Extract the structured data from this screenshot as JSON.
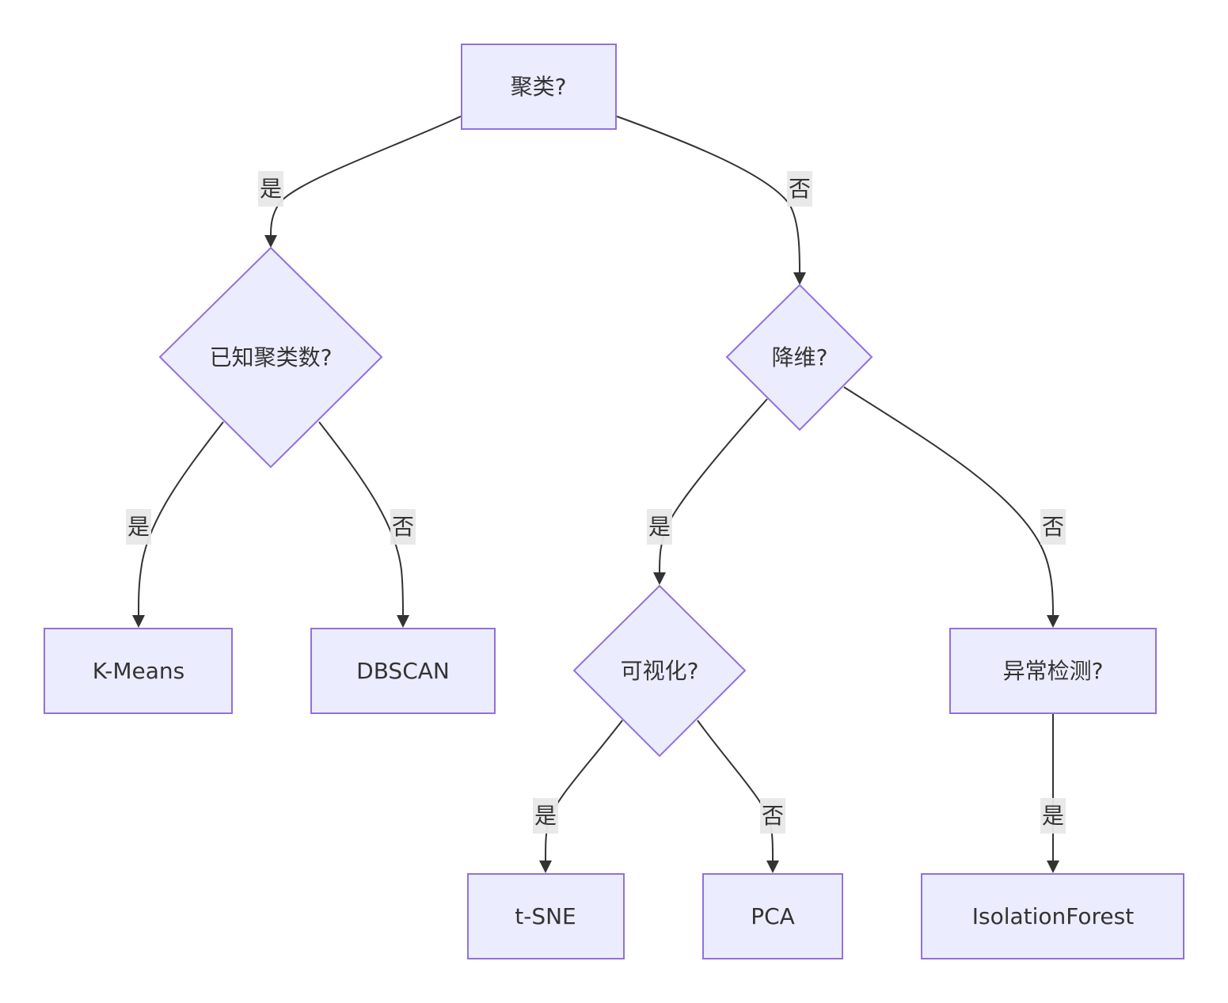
{
  "diagram": {
    "nodes": {
      "clustering": {
        "label": "聚类?"
      },
      "known_k": {
        "label": "已知聚类数?"
      },
      "dim_reduction": {
        "label": "降维?"
      },
      "kmeans": {
        "label": "K-Means"
      },
      "dbscan": {
        "label": "DBSCAN"
      },
      "visualize": {
        "label": "可视化?"
      },
      "anomaly": {
        "label": "异常检测?"
      },
      "tsne": {
        "label": "t-SNE"
      },
      "pca": {
        "label": "PCA"
      },
      "isolation_forest": {
        "label": "IsolationForest"
      }
    },
    "edges": {
      "clustering_known_k": {
        "label": "是"
      },
      "clustering_dim_reduction": {
        "label": "否"
      },
      "known_k_kmeans": {
        "label": "是"
      },
      "known_k_dbscan": {
        "label": "否"
      },
      "dim_reduction_visualize": {
        "label": "是"
      },
      "dim_reduction_anomaly": {
        "label": "否"
      },
      "visualize_tsne": {
        "label": "是"
      },
      "visualize_pca": {
        "label": "否"
      },
      "anomaly_isolation_forest": {
        "label": "是"
      }
    },
    "colors": {
      "node_fill": "#ececff",
      "node_stroke": "#9370db",
      "edge": "#333333",
      "label_bg": "#e8e8e8",
      "text": "#333333"
    }
  }
}
